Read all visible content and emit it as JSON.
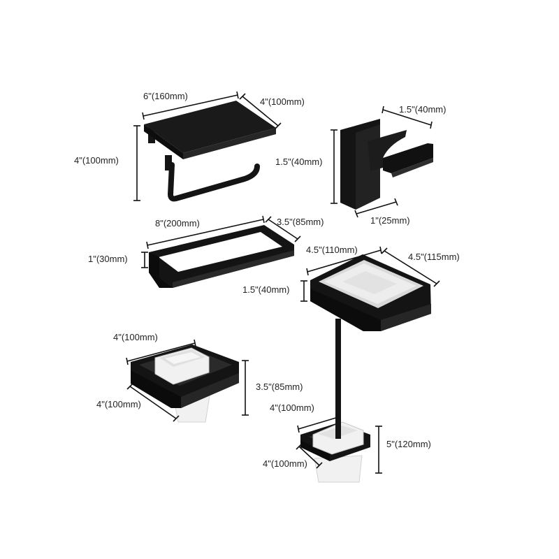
{
  "colors": {
    "background": "#ffffff",
    "metal": "#141414",
    "metal_edge": "#2c2c2c",
    "glass": "#e4e4e4",
    "glass_edge": "#bdbdbd",
    "text": "#222222"
  },
  "items": {
    "paper_holder": {
      "width_label": "6\"(160mm)",
      "depth_label": "4\"(100mm)",
      "height_label": "4\"(100mm)"
    },
    "robe_hook": {
      "depth_label": "1.5\"(40mm)",
      "height_label": "1.5\"(40mm)",
      "width_label": "1\"(25mm)"
    },
    "towel_bar": {
      "width_label": "8\"(200mm)",
      "depth_label": "3.5\"(85mm)",
      "height_label": "1\"(30mm)"
    },
    "soap_dish": {
      "width_label": "4.5\"(110mm)",
      "depth_label": "4.5\"(115mm)",
      "height_label": "1.5\"(40mm)"
    },
    "tumbler_holder": {
      "width_label": "4\"(100mm)",
      "depth_label": "4\"(100mm)",
      "height_label": "3.5\"(85mm)"
    },
    "toilet_brush": {
      "width_label": "4\"(100mm)",
      "depth_label": "4\"(100mm)",
      "height_label": "5\"(120mm)"
    }
  }
}
